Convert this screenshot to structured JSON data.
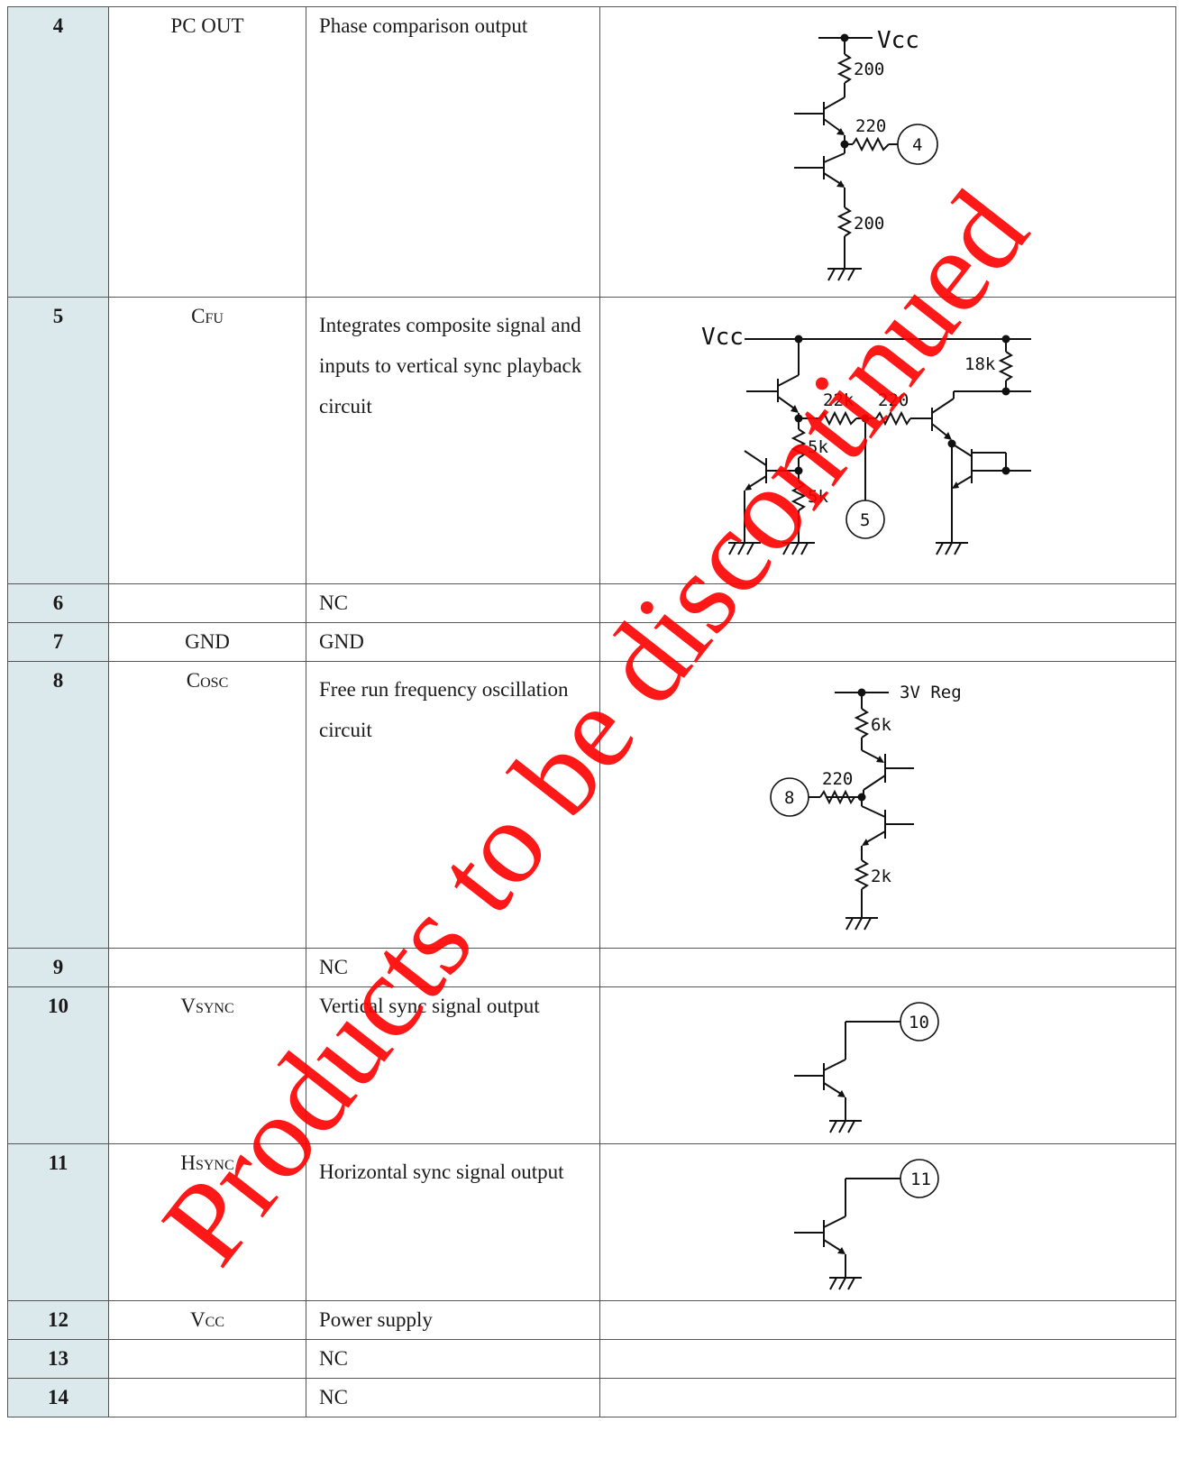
{
  "rows": [
    {
      "pin": "4",
      "symbol_main": "PC OUT",
      "symbol_sub": "",
      "desc": "Phase comparison output"
    },
    {
      "pin": "5",
      "symbol_main": "C",
      "symbol_sub": "FU",
      "desc": "Integrates composite signal and inputs to vertical sync playback circuit"
    },
    {
      "pin": "6",
      "symbol_main": "",
      "symbol_sub": "",
      "desc": "NC"
    },
    {
      "pin": "7",
      "symbol_main": "GND",
      "symbol_sub": "",
      "desc": "GND"
    },
    {
      "pin": "8",
      "symbol_main": "C",
      "symbol_sub": "OSC",
      "desc": "Free run frequency oscillation circuit"
    },
    {
      "pin": "9",
      "symbol_main": "",
      "symbol_sub": "",
      "desc": "NC"
    },
    {
      "pin": "10",
      "symbol_main": "V",
      "symbol_sub": "SYNC",
      "desc": "Vertical sync signal output"
    },
    {
      "pin": "11",
      "symbol_main": "H",
      "symbol_sub": "SYNC",
      "desc": "Horizontal sync signal output"
    },
    {
      "pin": "12",
      "symbol_main": "V",
      "symbol_sub": "CC",
      "desc": "Power supply"
    },
    {
      "pin": "13",
      "symbol_main": "",
      "symbol_sub": "",
      "desc": "NC"
    },
    {
      "pin": "14",
      "symbol_main": "",
      "symbol_sub": "",
      "desc": "NC"
    }
  ],
  "schematics": {
    "pin4": {
      "supply": "Vcc",
      "r_top": "200",
      "r_series": "220",
      "r_bottom": "200",
      "pin": "4"
    },
    "pin5": {
      "supply": "Vcc",
      "r_pullup": "18k",
      "r_a": "22k",
      "r_b": "220",
      "r_div1": "5k",
      "r_div2": "5k",
      "pin": "5"
    },
    "pin8": {
      "supply": "3V Reg",
      "r_top": "6k",
      "r_series": "220",
      "r_bottom": "2k",
      "pin": "8"
    },
    "pin10": {
      "pin": "10"
    },
    "pin11": {
      "pin": "11"
    }
  },
  "watermark": "Products to be discontinued"
}
